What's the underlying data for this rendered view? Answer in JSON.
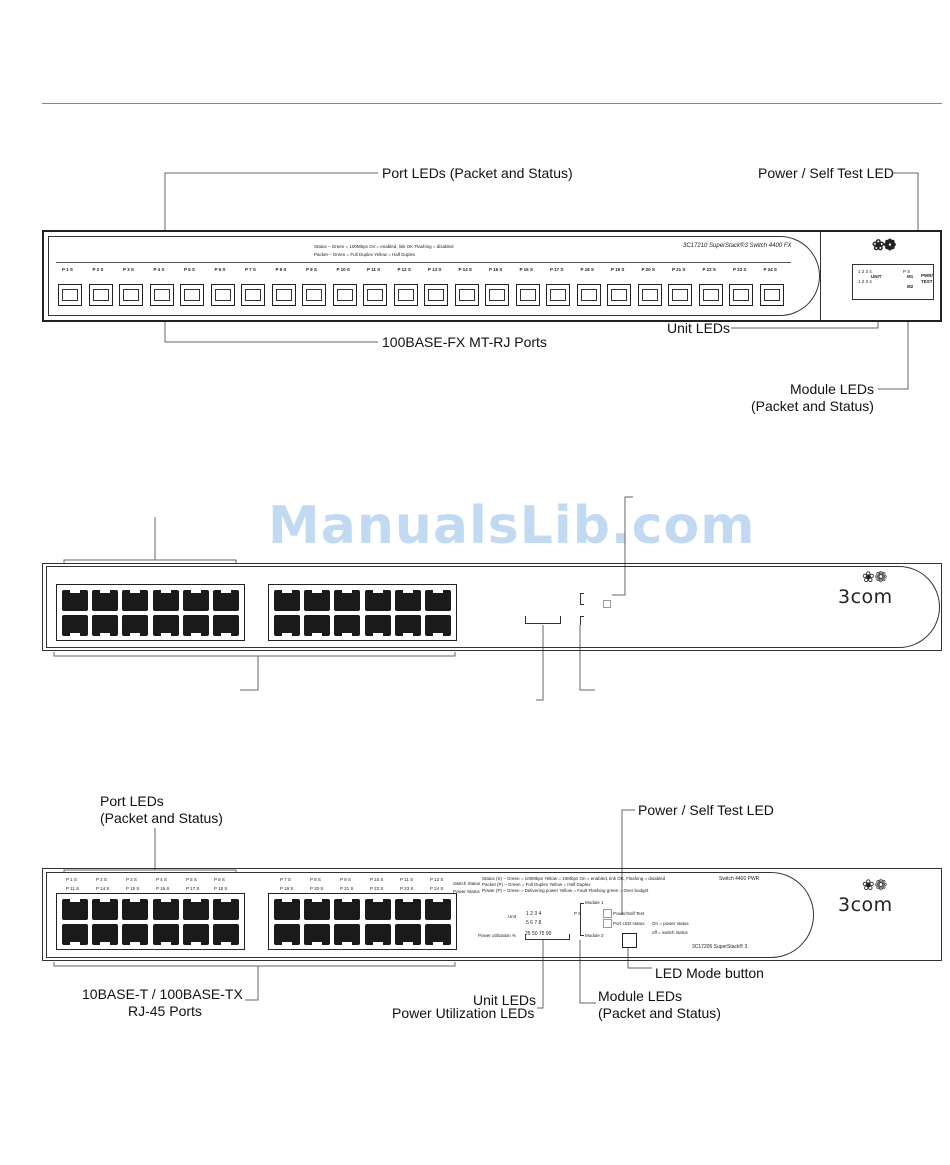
{
  "watermark": "ManualsLib.com",
  "brand": {
    "logo_text": "3com"
  },
  "panel1": {
    "callouts": {
      "port_leds": "Port LEDs (Packet and Status)",
      "power_led": "Power / Self Test LED",
      "ports": "100BASE-FX  MT-RJ Ports",
      "unit_leds": "Unit LEDs",
      "module_leds_1": "Module LEDs",
      "module_leds_2": "(Packet and Status)"
    },
    "model": "3C17210 SuperStack®3 Switch 4400 FX",
    "legend": {
      "status": "Status  –  Green  =  100Mbps      On  =  enabled, link OK    Flashing  =  disabled",
      "packet": "Packet  –  Green  =  Full Duplex   Yellow  =  Half Duplex"
    },
    "port_labels": [
      "P 1 S",
      "P 2 S",
      "P 3 S",
      "P 4 S",
      "P 5 S",
      "P 6 S",
      "P 7 S",
      "P 8 S",
      "P 9 S",
      "P 10 S",
      "P 11 S",
      "P 12 S",
      "P 13 S",
      "P 14 S",
      "P 15 S",
      "P 16 S",
      "P 17 S",
      "P 18 S",
      "P 19 S",
      "P 20 S",
      "P 21 S",
      "P 22 S",
      "P 23 S",
      "P 24 S"
    ],
    "unit_box": {
      "row1": "1    2    3    4",
      "row2": "1    2    3    4",
      "unit": "UNIT",
      "m1": "M1",
      "m2": "M2",
      "p_s": "P   S",
      "pwr": "PWR/",
      "test": "TEST"
    }
  },
  "panel3": {
    "callouts": {
      "port_leds_1": "Port LEDs",
      "port_leds_2": "(Packet and Status)",
      "power_led": "Power / Self Test LED",
      "ports_1": "10BASE-T / 100BASE-TX",
      "ports_2": "RJ-45 Ports",
      "unit_leds_1": "Unit LEDs",
      "unit_leds_2": "Power Utilization LEDs",
      "module_leds_1": "Module LEDs",
      "module_leds_2": "(Packet and Status)",
      "mode_button": "LED Mode button"
    },
    "top_row_labels": [
      "P 1 S",
      "P 2 S",
      "P 3 S",
      "P 4 S",
      "P 5 S",
      "P 6 S",
      "P 7 S",
      "P 8 S",
      "P 9 S",
      "P 10 S",
      "P 11 S",
      "P 12 S"
    ],
    "bottom_row_labels": [
      "P 11 S",
      "P 14 S",
      "P 15 S",
      "P 16 S",
      "P 17 S",
      "P 18 S",
      "P 19 S",
      "P 20 S",
      "P 21 S",
      "P 22 S",
      "P 23 S",
      "P 24 S"
    ],
    "switch_status": "Switch Status",
    "power_status": "Power Status",
    "legend": {
      "line1": "Status (S) – Green = 100Mbps          Yellow = 10Mbps          On = enabled, link OK, Flashing = disabled",
      "line2": "Packet (P) – Green = Full Duplex       Yellow = Half Duplex",
      "line3": "Power (P) – Green = Delivering power    Yellow = Fault          Flashing green = Over budget"
    },
    "model": "Switch 4400 PWR",
    "model2": "3C17205 SuperStack® 3",
    "unit_label": "Unit",
    "unit_row1": "1   2   3   4",
    "unit_row2": "5   6   7   8",
    "power_util_label": "Power utilization %",
    "power_util_values": "25  50  75  90",
    "module1": "Module 1",
    "module2": "Module 2",
    "module_ps": "P   S",
    "power_self_test": "Power/Self Test",
    "port_led_status": "Port LED status",
    "on_power": "On = power status",
    "off_switch": "off = switch status"
  }
}
